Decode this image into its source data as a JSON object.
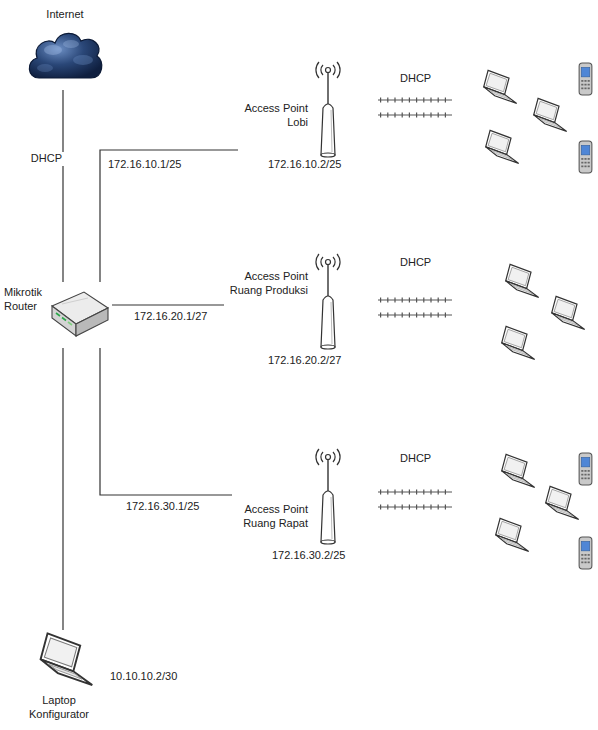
{
  "diagram": {
    "nodes": [
      {
        "text": [
          "Internet"
        ]
      },
      {
        "text": [
          "Mikrotik Router"
        ]
      },
      {
        "text": [
          "Access Point Lobi",
          "172.16.10.2/25"
        ]
      },
      {
        "text": [
          "Access Point Ruang Produksi",
          "172.16.20.2/27"
        ]
      },
      {
        "text": [
          "Access Point Ruang Rapat",
          "172.16.30.2/25"
        ]
      },
      {
        "text": [
          "Laptop Konfigurator",
          "10.10.10.2/30"
        ]
      }
    ],
    "edges": [
      {
        "from": 0,
        "to": 1,
        "arrow": "none",
        "label": "DHCP"
      },
      {
        "from": 1,
        "to": 2,
        "arrow": "none",
        "label": "172.16.10.1/25"
      },
      {
        "from": 1,
        "to": 3,
        "arrow": "none",
        "label": "172.16.20.1/27"
      },
      {
        "from": 1,
        "to": 4,
        "arrow": "none",
        "label": "172.16.30.1/25"
      },
      {
        "from": 1,
        "to": 5,
        "arrow": "none"
      }
    ],
    "labels": [
      "DHCP",
      "DHCP",
      "DHCP"
    ]
  }
}
